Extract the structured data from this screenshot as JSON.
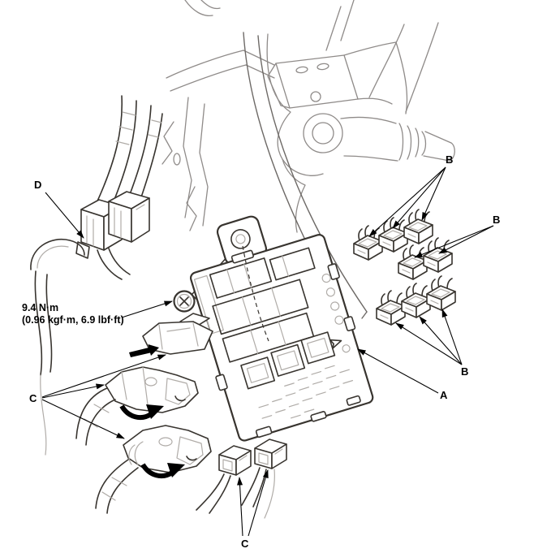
{
  "figure": {
    "kind": "line-art exploded diagram",
    "colors": {
      "background": "#ffffff",
      "main_line": "#38342f",
      "light_line": "#b0aca8",
      "frame_line": "#8f8b89",
      "label_text": "#000000"
    }
  },
  "torque_note": {
    "line1": "9.4 N·m",
    "line2": "(0.96 kgf·m, 6.9 lbf·ft)"
  },
  "callouts": {
    "a": "A",
    "b_upper": "B",
    "b_middle": "B",
    "b_lower": "B",
    "c_left": "C",
    "c_bottom": "C",
    "d": "D"
  }
}
